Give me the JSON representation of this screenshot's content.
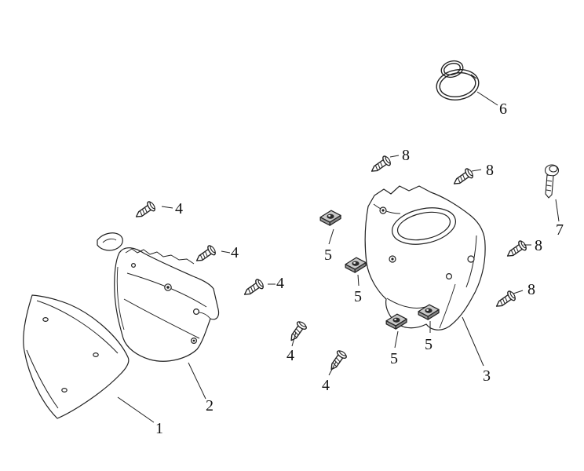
{
  "figure": {
    "background": "#ffffff",
    "line_color": "#222222",
    "description_labels_only": true
  },
  "callouts": [
    {
      "part": "front-garnish-panel",
      "label": "1"
    },
    {
      "part": "handle-front-cover",
      "label": "2"
    },
    {
      "part": "handle-rear-cover",
      "label": "3"
    },
    {
      "part": "screw",
      "label": "4"
    },
    {
      "part": "screw",
      "label": "4"
    },
    {
      "part": "screw",
      "label": "4"
    },
    {
      "part": "screw",
      "label": "4"
    },
    {
      "part": "screw",
      "label": "4"
    },
    {
      "part": "clip-nut",
      "label": "5"
    },
    {
      "part": "clip-nut",
      "label": "5"
    },
    {
      "part": "clip-nut",
      "label": "5"
    },
    {
      "part": "clip-nut",
      "label": "5"
    },
    {
      "part": "clamp-ring",
      "label": "6"
    },
    {
      "part": "pan-head-screw",
      "label": "7"
    },
    {
      "part": "screw",
      "label": "8"
    },
    {
      "part": "screw",
      "label": "8"
    },
    {
      "part": "screw",
      "label": "8"
    },
    {
      "part": "screw",
      "label": "8"
    }
  ]
}
